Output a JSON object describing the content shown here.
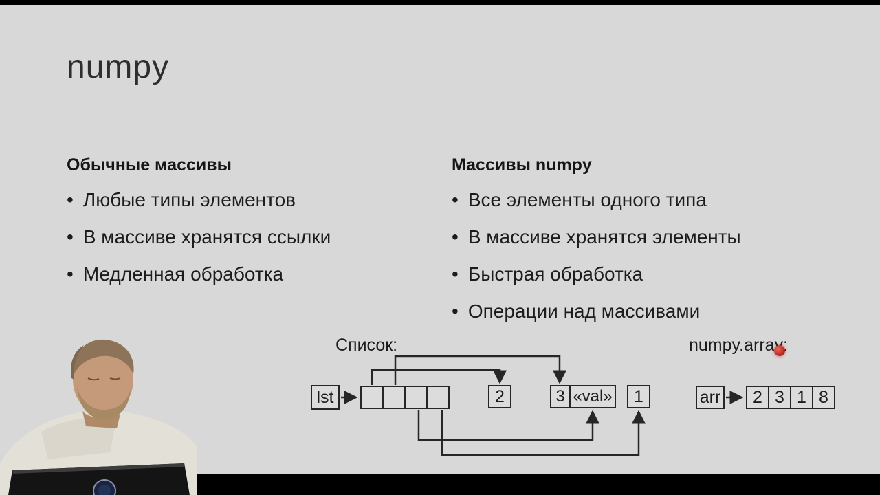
{
  "slide": {
    "title": "numpy",
    "columns": [
      {
        "heading": "Обычные массивы",
        "bullets": [
          "Любые типы элементов",
          "В массиве хранятся ссылки",
          "Медленная обработка"
        ]
      },
      {
        "heading": "Массивы numpy",
        "bullets": [
          "Все элементы одного типа",
          "В массиве хранятся элементы",
          "Быстрая обработка",
          "Операции над массивами"
        ]
      }
    ],
    "diagram": {
      "list_label": "Список:",
      "list_var": "lst",
      "value_box_a": "2",
      "value_box_b_num": "3",
      "value_box_b_ref": "«val»",
      "value_box_c": "1",
      "numpy_label": "numpy.array:",
      "numpy_var": "arr",
      "numpy_cells": [
        "2",
        "3",
        "1",
        "8"
      ]
    }
  },
  "colors": {
    "slide_bg": "#d8d8d8",
    "text": "#1c1c1c",
    "laser_dot": "#cc3333",
    "line": "#262626"
  }
}
